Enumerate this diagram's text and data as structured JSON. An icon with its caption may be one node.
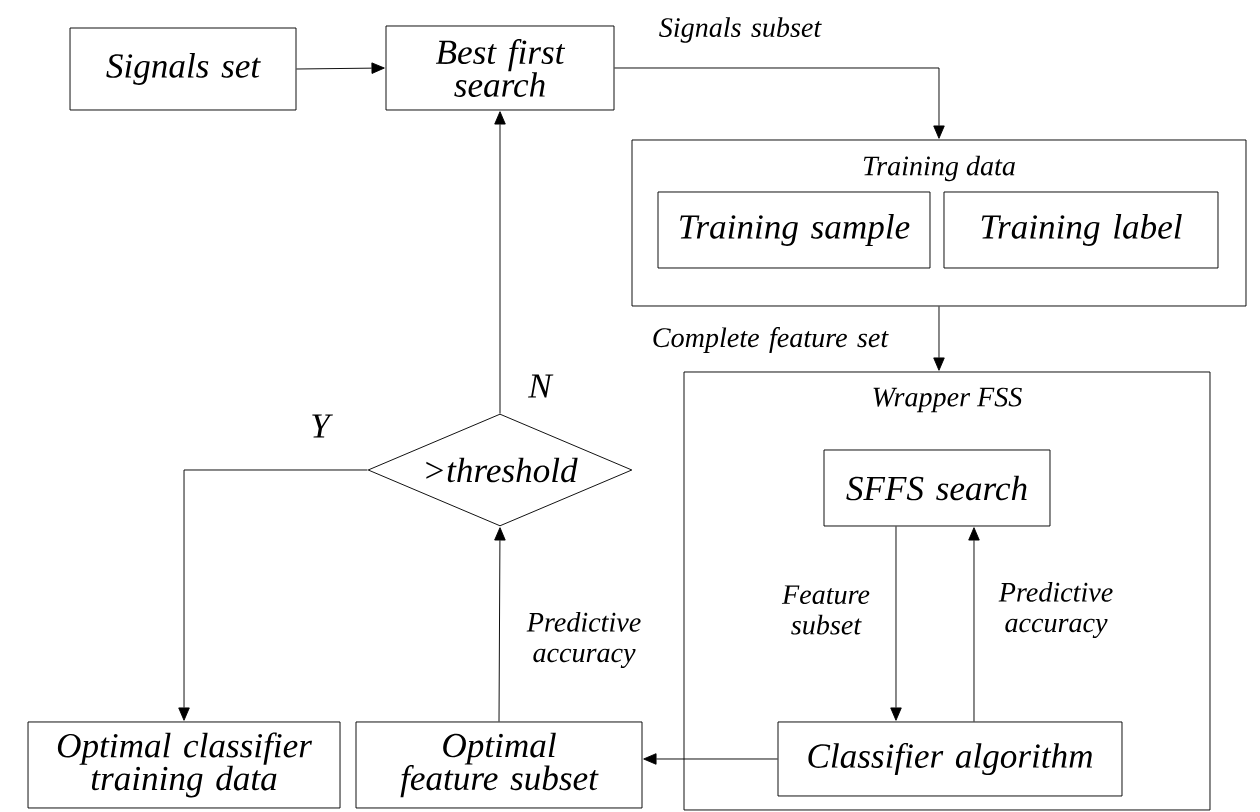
{
  "diagram": {
    "nodes": [
      {
        "text": [
          "Signals set"
        ]
      },
      {
        "text": [
          "Best first search"
        ]
      },
      {
        "text": [
          "Training data"
        ]
      },
      {
        "text": [
          "Training sample"
        ],
        "in": 2
      },
      {
        "text": [
          "Training label"
        ],
        "in": 2
      },
      {
        "text": [
          "Wrapper FSS"
        ]
      },
      {
        "text": [
          "SFFS search"
        ],
        "in": 5
      },
      {
        "text": [
          "Classifier algorithm"
        ],
        "in": 5
      },
      {
        "text": [
          ">threshold"
        ]
      },
      {
        "text": [
          "Optimal classifier training data"
        ]
      },
      {
        "text": [
          "Optimal feature subset"
        ]
      }
    ],
    "edges": [
      {
        "from": 0,
        "to": 1,
        "arrow": "to"
      },
      {
        "from": 1,
        "to": 2,
        "arrow": "to",
        "label": "Signals subset"
      },
      {
        "from": 2,
        "to": 5,
        "arrow": "to",
        "label": "Complete feature set"
      },
      {
        "from": 6,
        "to": 7,
        "arrow": "to",
        "label": "Feature subset"
      },
      {
        "from": 7,
        "to": 6,
        "arrow": "to",
        "label": "Predictive accuracy"
      },
      {
        "from": 7,
        "to": 10,
        "arrow": "to"
      },
      {
        "from": 10,
        "to": 8,
        "arrow": "to",
        "label": "Predictive accuracy"
      },
      {
        "from": 8,
        "to": 1,
        "arrow": "to",
        "label": "N"
      },
      {
        "from": 8,
        "to": 9,
        "arrow": "to",
        "label": "Y"
      }
    ]
  }
}
